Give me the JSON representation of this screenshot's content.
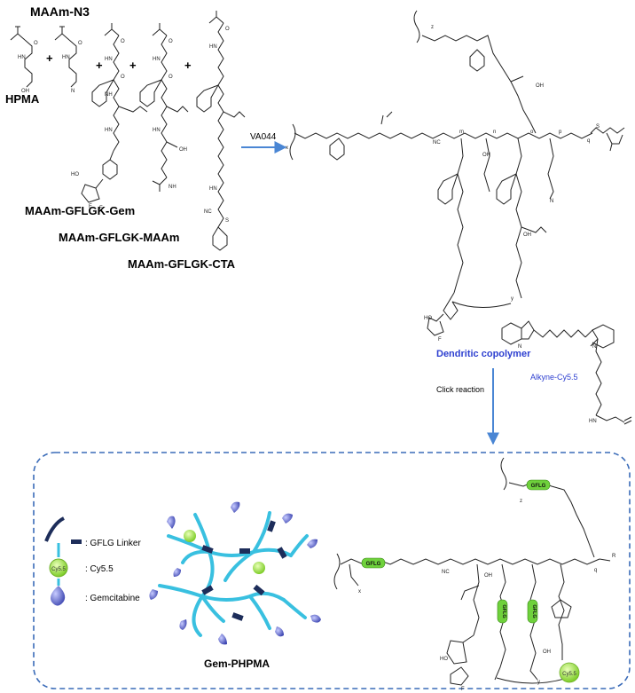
{
  "labels": {
    "maam_n3": "MAAm-N3",
    "hpma": "HPMA",
    "maam_gflgk_gem": "MAAm-GFLGK-Gem",
    "maam_gflgk_maam": "MAAm-GFLGK-MAAm",
    "maam_gflgk_cta": "MAAm-GFLGK-CTA",
    "initiator": "VA044",
    "dendritic_copolymer": "Dendritic  copolymer",
    "click_reaction": "Click reaction",
    "alkyne_cy55": "Alkyne-Cy5.5",
    "gem_phpma": "Gem-PHPMA",
    "plus": "+"
  },
  "legend": [
    {
      "label": ": GFLG Linker",
      "icon": "linker-icon"
    },
    {
      "label": ": Cy5.5",
      "icon": "cy55-icon"
    },
    {
      "label": ": Gemcitabine",
      "icon": "gemcitabine-icon"
    }
  ],
  "structure_text": {
    "gflg": "GFLG",
    "cy55": "Cy5.5",
    "nc": "NC",
    "x": "x",
    "y": "y",
    "z": "z",
    "m": "m",
    "n": "n",
    "o": "o",
    "p": "p",
    "q": "q",
    "r": "R",
    "s": "S",
    "n_atom": "N",
    "o_atom": "O",
    "oh": "OH",
    "hn": "HN",
    "nh": "NH",
    "f": "F",
    "ho": "HO"
  },
  "colors": {
    "arrow": "#4a86d4",
    "dashed_box": "#3a6bb8",
    "blue_label": "#2d3fd0",
    "linker": "#1d2d5a",
    "gflg_fill": "#6fd13c",
    "cy55_fill": "#9be03a",
    "polymer": "#39c0e0",
    "gem_drop": "#5560c8"
  }
}
